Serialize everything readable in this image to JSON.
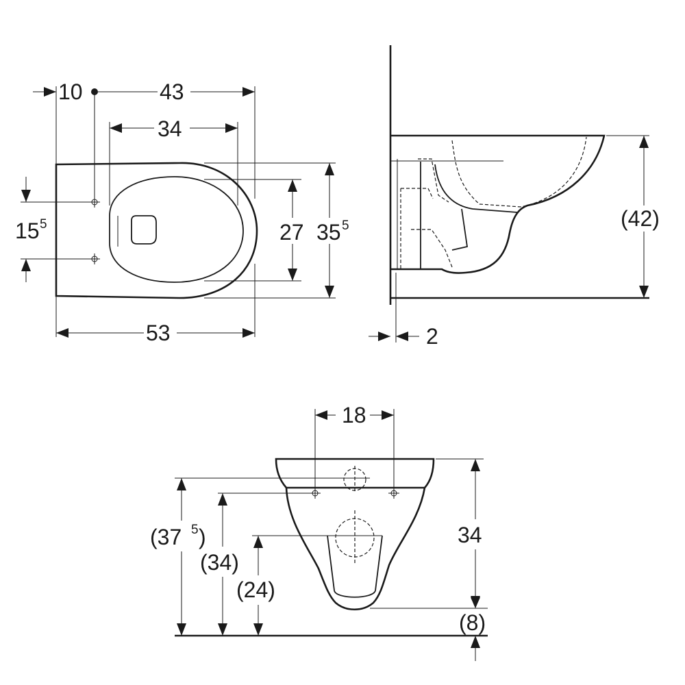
{
  "top_view": {
    "dim_wall_offset": "10",
    "dim_fixing_to_front": "43",
    "dim_seat_width": "34",
    "dim_fixing_spacing_main": "15",
    "dim_fixing_spacing_sup": "5",
    "dim_seat_depth": "27",
    "dim_total_width_main": "35",
    "dim_total_width_sup": "5",
    "dim_total_length": "53"
  },
  "side_view": {
    "dim_height": "(42)",
    "dim_wall_gap": "2"
  },
  "front_view": {
    "dim_bolt_spacing": "18",
    "dim_h1_main": "(37",
    "dim_h1_sup": "5",
    "dim_h1_close": ")",
    "dim_h2": "(34)",
    "dim_h3": "(24)",
    "dim_body_height": "34",
    "dim_bottom_clearance": "(8)"
  }
}
